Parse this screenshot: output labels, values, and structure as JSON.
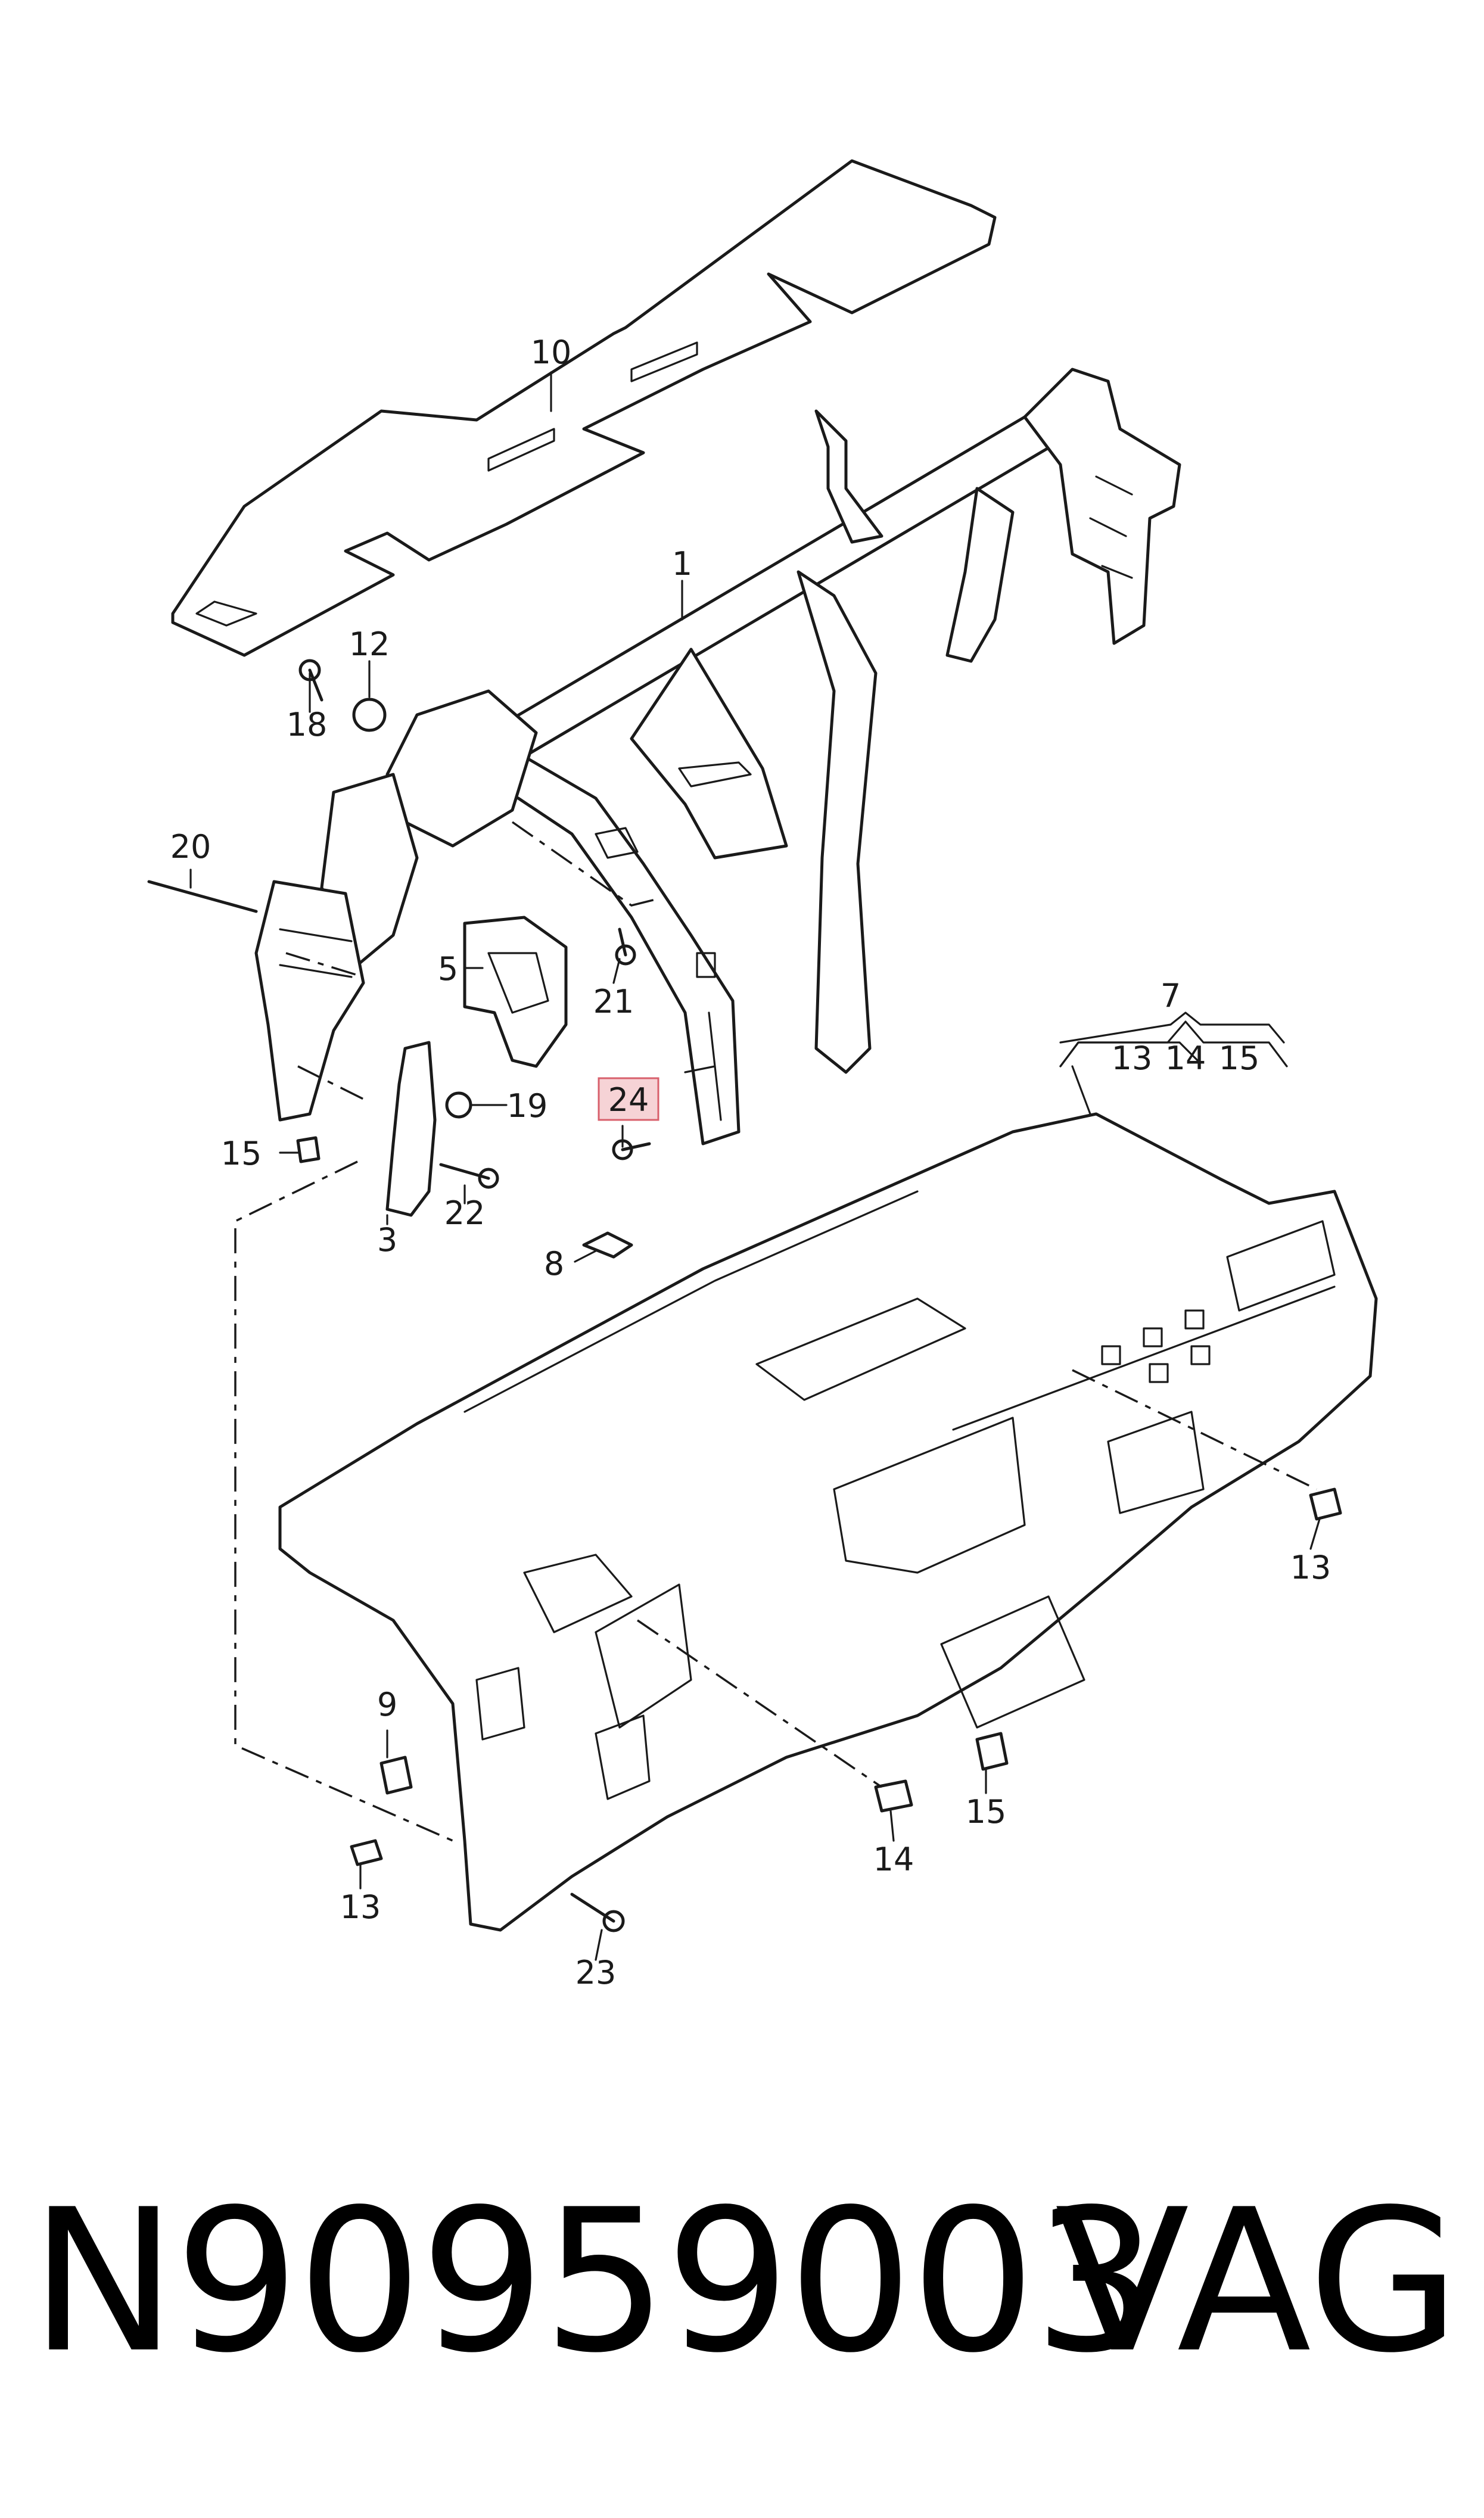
{
  "diagram": {
    "callouts": [
      {
        "id": "c1",
        "label": "1"
      },
      {
        "id": "c3",
        "label": "3"
      },
      {
        "id": "c5",
        "label": "5"
      },
      {
        "id": "c7",
        "label": "7"
      },
      {
        "id": "c7a",
        "label": "13"
      },
      {
        "id": "c7b",
        "label": "14"
      },
      {
        "id": "c7c",
        "label": "15"
      },
      {
        "id": "c8",
        "label": "8"
      },
      {
        "id": "c9",
        "label": "9"
      },
      {
        "id": "c10",
        "label": "10"
      },
      {
        "id": "c12",
        "label": "12"
      },
      {
        "id": "c13r",
        "label": "13"
      },
      {
        "id": "c13l",
        "label": "13"
      },
      {
        "id": "c14",
        "label": "14"
      },
      {
        "id": "c15l",
        "label": "15"
      },
      {
        "id": "c15r",
        "label": "15"
      },
      {
        "id": "c18",
        "label": "18"
      },
      {
        "id": "c19",
        "label": "19"
      },
      {
        "id": "c20",
        "label": "20"
      },
      {
        "id": "c21",
        "label": "21"
      },
      {
        "id": "c22",
        "label": "22"
      },
      {
        "id": "c23",
        "label": "23"
      },
      {
        "id": "c24",
        "label": "24",
        "highlighted": true
      }
    ],
    "highlight_color": "#f6d3d6"
  },
  "footer": {
    "part_number": "N90959003",
    "brand": "VAG"
  }
}
